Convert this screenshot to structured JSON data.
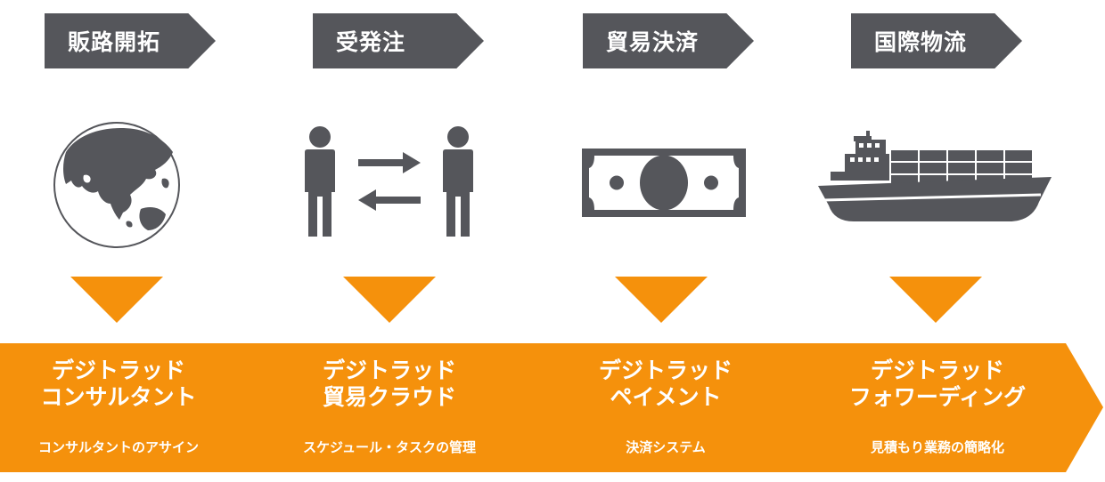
{
  "steps": [
    {
      "label": "販路開拓",
      "icon": "globe-icon",
      "service_line1": "デジトラッド",
      "service_line2": "コンサルタント",
      "description": "コンサルタントのアサイン"
    },
    {
      "label": "受発注",
      "icon": "people-exchange-icon",
      "service_line1": "デジトラッド",
      "service_line2": "貿易クラウド",
      "description": "スケジュール・タスクの管理"
    },
    {
      "label": "貿易決済",
      "icon": "banknote-icon",
      "service_line1": "デジトラッド",
      "service_line2": "ペイメント",
      "description": "決済システム"
    },
    {
      "label": "国際物流",
      "icon": "cargo-ship-icon",
      "service_line1": "デジトラッド",
      "service_line2": "フォワーディング",
      "description": "見積もり業務の簡略化"
    }
  ],
  "colors": {
    "tag": "#55565b",
    "accent": "#f5910c",
    "icon": "#55565b"
  }
}
